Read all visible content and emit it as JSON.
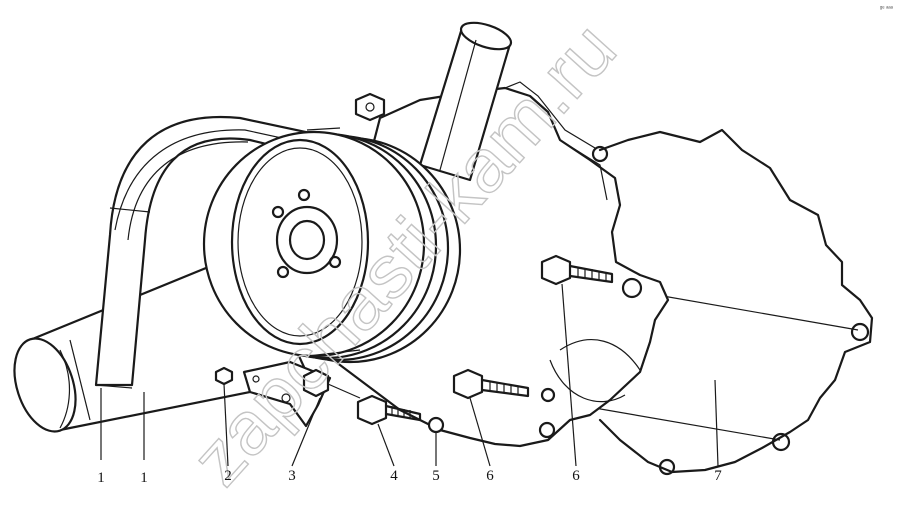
{
  "corner_mark": "ᵍᵉ ᵃᵃᵃ",
  "watermark": "zapchasti-kam.ru",
  "callouts": [
    {
      "label": "1"
    },
    {
      "label": "1"
    },
    {
      "label": "2"
    },
    {
      "label": "3"
    },
    {
      "label": "4"
    },
    {
      "label": "5"
    },
    {
      "label": "6"
    },
    {
      "label": "6"
    },
    {
      "label": "7"
    }
  ]
}
